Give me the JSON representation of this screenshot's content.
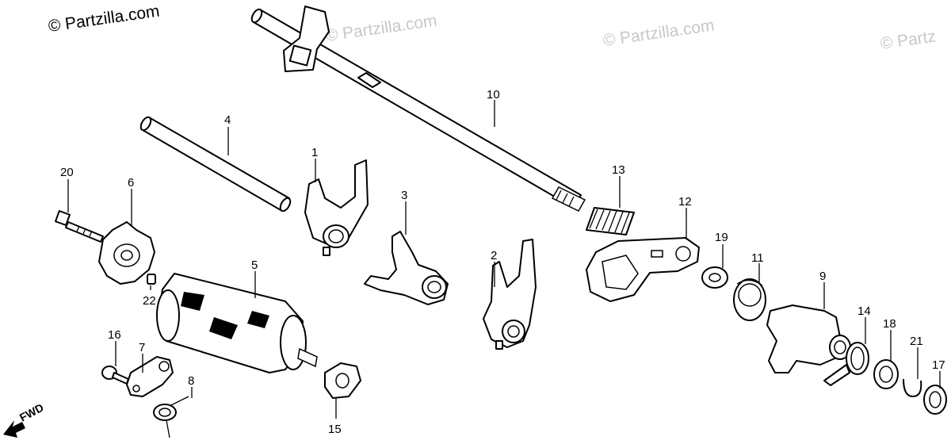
{
  "watermarks": [
    "© Partzilla.com",
    "© Partzilla.com",
    "© Partzilla.com",
    "© Partz"
  ],
  "direction_label": "FWD",
  "callouts": [
    "10",
    "4",
    "1",
    "3",
    "2",
    "13",
    "12",
    "19",
    "11",
    "9",
    "14",
    "18",
    "21",
    "17",
    "20",
    "6",
    "5",
    "22",
    "16",
    "7",
    "8",
    "15"
  ]
}
